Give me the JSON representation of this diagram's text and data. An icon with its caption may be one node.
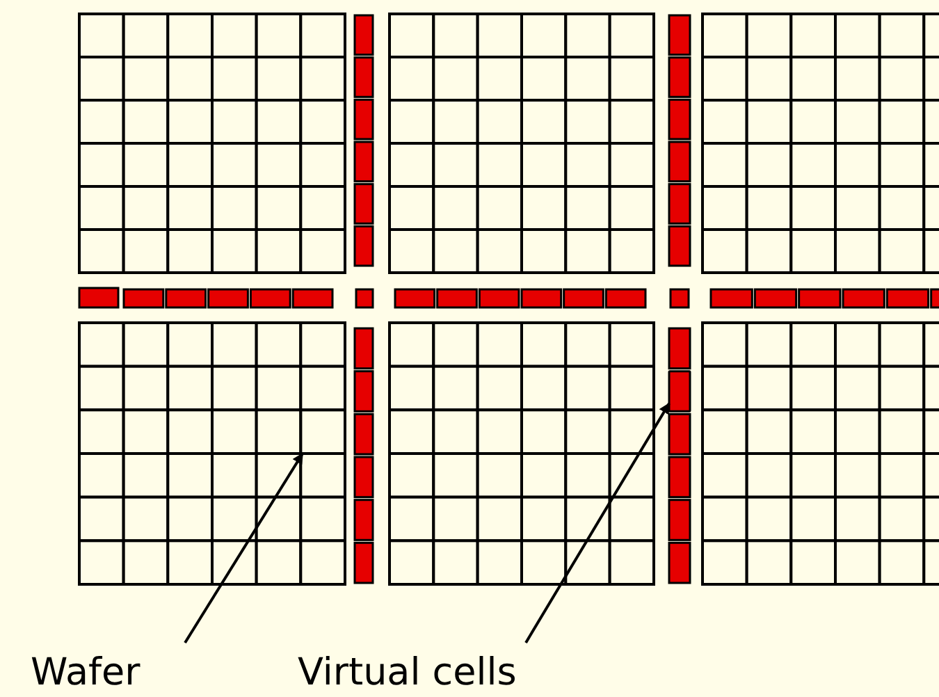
{
  "diagram": {
    "nodes": [
      {
        "text": [
          "Wafer"
        ]
      },
      {
        "text": [
          "Virtual cells"
        ]
      },
      {
        "text": [],
        "shape": "box"
      },
      {
        "text": [],
        "shape": "bar"
      }
    ],
    "edges": [
      {
        "from": 0,
        "to": 2,
        "arrow": "to"
      },
      {
        "from": 1,
        "to": 3,
        "arrow": "to"
      }
    ]
  }
}
